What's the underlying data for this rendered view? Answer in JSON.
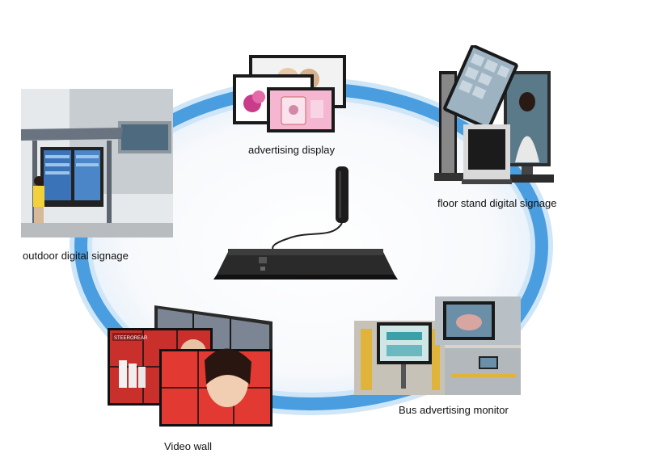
{
  "diagram": {
    "hub": {
      "device": "media-player-box"
    },
    "nodes": [
      {
        "id": "advertising-display",
        "label": "advertising display"
      },
      {
        "id": "floor-stand",
        "label": "floor stand digital signage"
      },
      {
        "id": "outdoor",
        "label": "outdoor digital signage"
      },
      {
        "id": "video-wall",
        "label": "Video wall"
      },
      {
        "id": "bus-monitor",
        "label": "Bus advertising monitor"
      }
    ],
    "colors": {
      "ring": "#4a9ee0",
      "ring_light": "#cfe6f8",
      "inner": "#f6f8fb"
    },
    "photo_text": {
      "brand": "STEEROREAR"
    }
  }
}
